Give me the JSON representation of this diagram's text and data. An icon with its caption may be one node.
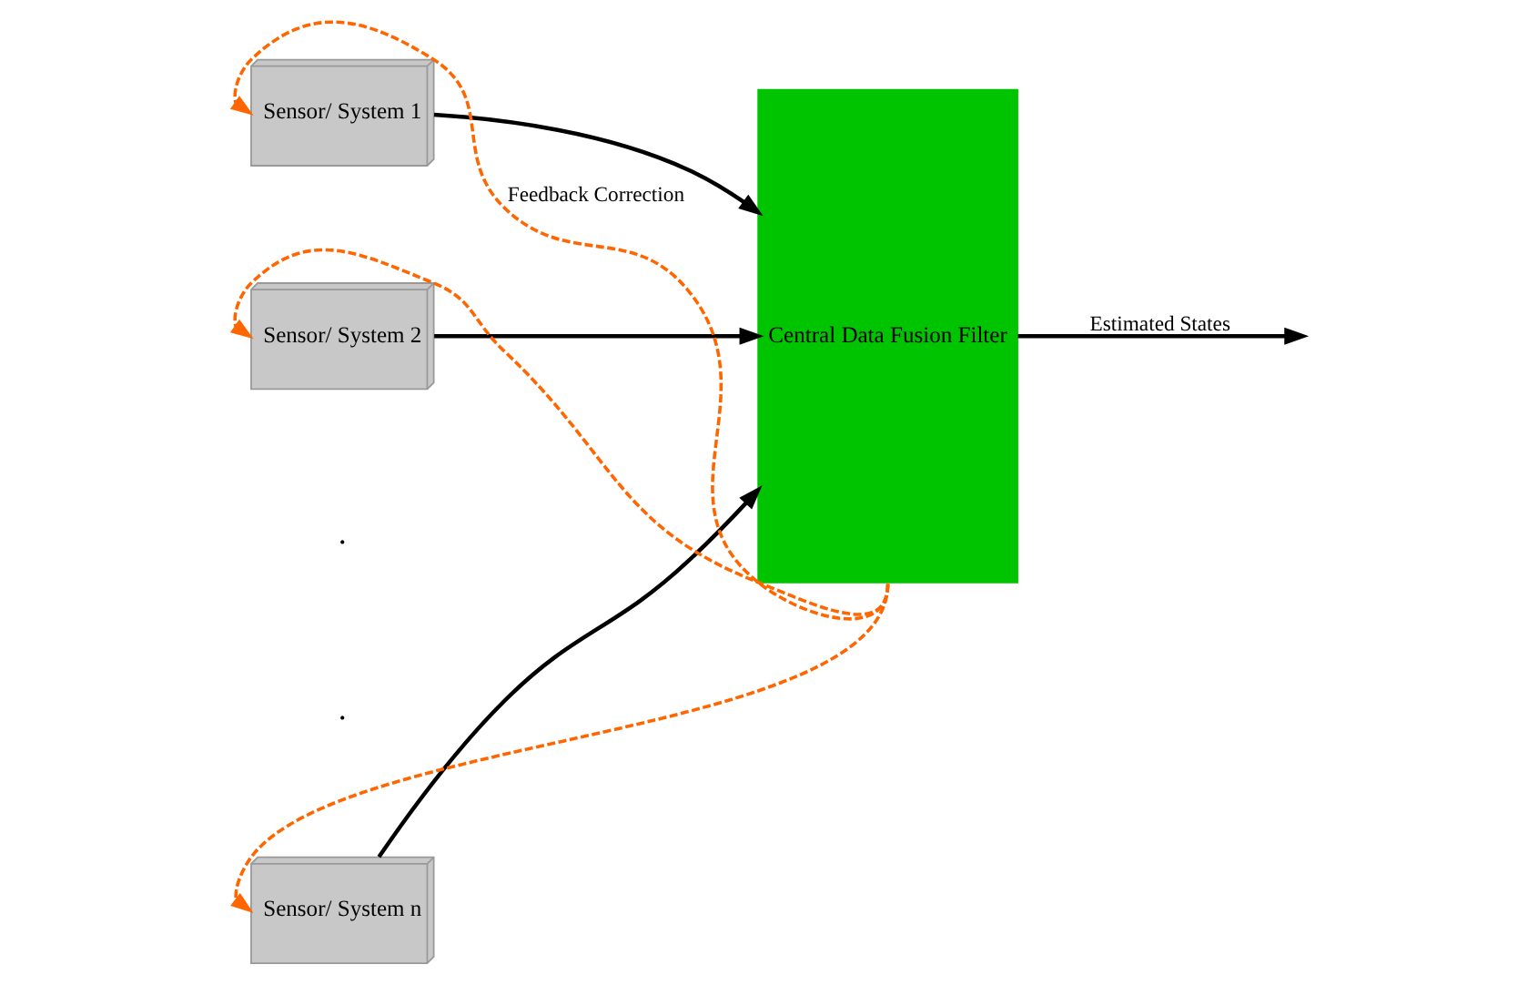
{
  "diagram": {
    "nodes": [
      {
        "text": [
          "Sensor/ System 1"
        ]
      },
      {
        "text": [
          "Sensor/ System 2"
        ]
      },
      {
        "text": [
          "Sensor/ System n"
        ]
      },
      {
        "text": [
          "Central Data Fusion Filter"
        ]
      }
    ],
    "edges": [
      {
        "from": 0,
        "to": 3,
        "arrow": "to"
      },
      {
        "from": 1,
        "to": 3,
        "arrow": "to"
      },
      {
        "from": 2,
        "to": 3,
        "arrow": "to"
      },
      {
        "from": 3,
        "to": null,
        "arrow": "to",
        "label": "Estimated States"
      },
      {
        "from": 3,
        "to": 0,
        "arrow": "to",
        "style": "dashed",
        "color": "#ff6600",
        "label": "Feedback Correction"
      },
      {
        "from": 3,
        "to": 1,
        "arrow": "to",
        "style": "dashed",
        "color": "#ff6600"
      },
      {
        "from": 3,
        "to": 2,
        "arrow": "to",
        "style": "dashed",
        "color": "#ff6600"
      }
    ],
    "labels": [
      ".",
      "."
    ]
  }
}
